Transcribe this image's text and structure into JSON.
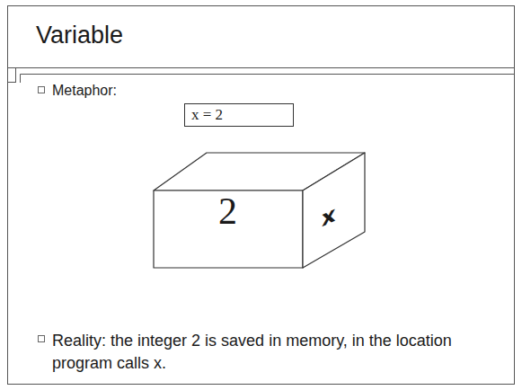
{
  "diagram": {
    "title": "Variable",
    "nodes": [
      {
        "text": [
          "x = 2"
        ]
      },
      {
        "text": [
          "2",
          "x"
        ]
      }
    ],
    "labels": [
      "Metaphor:",
      "Reality: the integer 2 is saved in memory, in the location program calls x."
    ]
  }
}
